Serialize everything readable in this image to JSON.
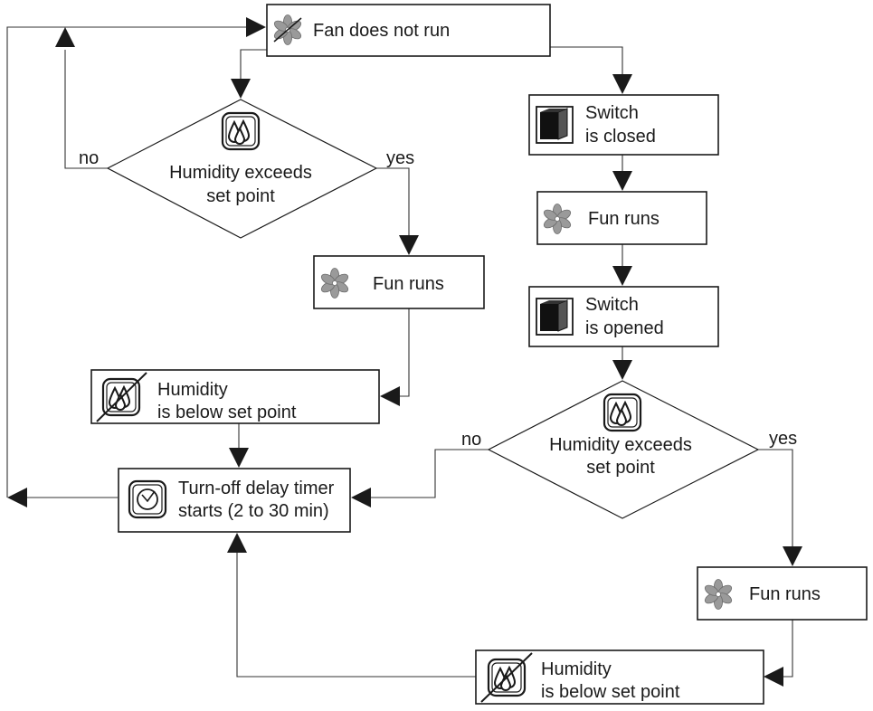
{
  "nodes": {
    "fan_not_run": {
      "label": "Fan does not run"
    },
    "switch_closed": {
      "line1": "Switch",
      "line2": "is closed"
    },
    "fun_runs_right_top": {
      "label": "Fun runs"
    },
    "switch_opened": {
      "line1": "Switch",
      "line2": "is opened"
    },
    "decision_left": {
      "line1": "Humidity exceeds",
      "line2": "set point"
    },
    "fun_runs_left": {
      "label": "Fun runs"
    },
    "below_left": {
      "line1": "Humidity",
      "line2": "is below set point"
    },
    "timer": {
      "line1": "Turn-off delay timer",
      "line2": "starts (2 to 30 min)"
    },
    "decision_right": {
      "line1": "Humidity exceeds",
      "line2": "set point"
    },
    "fun_runs_right_bottom": {
      "label": "Fun runs"
    },
    "below_right": {
      "line1": "Humidity",
      "line2": "is below set point"
    }
  },
  "edge_labels": {
    "left_no": "no",
    "left_yes": "yes",
    "right_no": "no",
    "right_yes": "yes"
  },
  "icons": {
    "fan": "fan-icon",
    "switch": "rocker-switch-icon",
    "humidity": "water-drops-icon",
    "no_humidity": "water-drops-crossed-icon",
    "timer": "clock-icon"
  },
  "colors": {
    "line": "#333333",
    "fan_icon": "#8c8c8c"
  }
}
